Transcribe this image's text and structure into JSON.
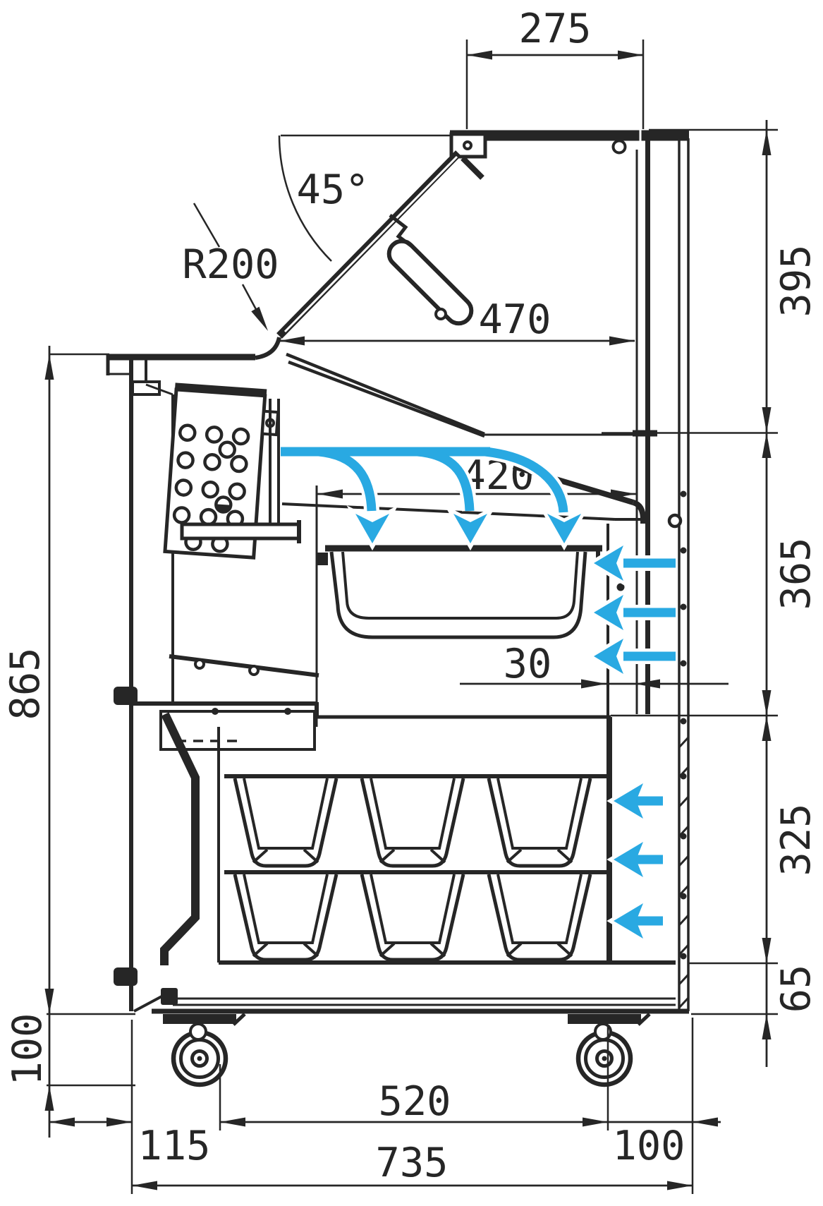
{
  "diagram": {
    "type": "technical-drawing",
    "subject": "refrigerated serve-over display counter - side cross-section with airflow",
    "colors": {
      "line": "#262626",
      "airflow": "#29a9e2",
      "background": "#ffffff"
    },
    "dimensions_mm": {
      "top_overhang": "275",
      "glass_angle": "45°",
      "glass_radius": "R200",
      "display_depth": "470",
      "well_depth": "420",
      "air_gap": "30",
      "height_top": "395",
      "height_display": "365",
      "height_storage": "325",
      "height_base": "65",
      "body_height": "865",
      "caster_height": "100",
      "base_width": "520",
      "front_offset": "115",
      "total_depth": "735",
      "rear_offset": "100"
    }
  }
}
